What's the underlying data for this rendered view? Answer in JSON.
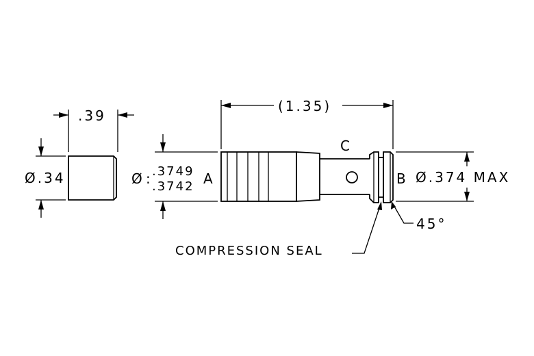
{
  "dimensions": {
    "cap_length": ".39",
    "cap_diameter": "Ø.34",
    "overall_length": "(1.35)",
    "body_diameter_symbol": "Ø",
    "body_diameter_max": ".3749",
    "body_diameter_min": ".3742",
    "end_b_diameter": "Ø.374 MAX",
    "chamfer_angle": "45°"
  },
  "labels": {
    "end_a": "A",
    "end_b": "B",
    "feature_c": "C",
    "compression_seal": "COMPRESSION SEAL"
  }
}
